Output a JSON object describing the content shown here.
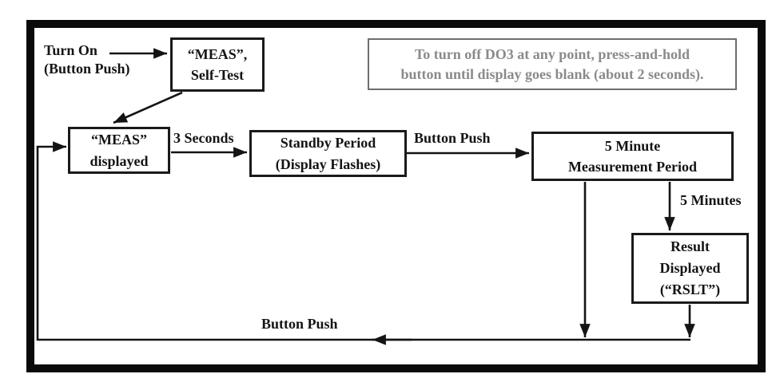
{
  "diagram": {
    "note": {
      "line1": "To turn off DO3 at any point, press-and-hold",
      "line2": "button until display goes blank (about 2 seconds)."
    },
    "start": {
      "line1": "Turn On",
      "line2": "(Button Push)"
    },
    "nodes": {
      "self_test": {
        "line1": "“MEAS”,",
        "line2": "Self-Test"
      },
      "meas_displayed": {
        "line1": "“MEAS”",
        "line2": "displayed"
      },
      "standby": {
        "line1": "Standby Period",
        "line2": "(Display Flashes)"
      },
      "measurement": {
        "line1": "5 Minute",
        "line2": "Measurement Period"
      },
      "result": {
        "line1": "Result",
        "line2": "Displayed",
        "line3": "(“RSLT”)"
      }
    },
    "edge_labels": {
      "three_seconds": "3 Seconds",
      "button_push_to_measure": "Button Push",
      "five_minutes": "5 Minutes",
      "button_push_return": "Button Push"
    },
    "colors": {
      "line": "#141414",
      "box_border": "#1a1a1a",
      "note_text": "#8a8a8a",
      "note_border": "#6e6e6e"
    }
  }
}
